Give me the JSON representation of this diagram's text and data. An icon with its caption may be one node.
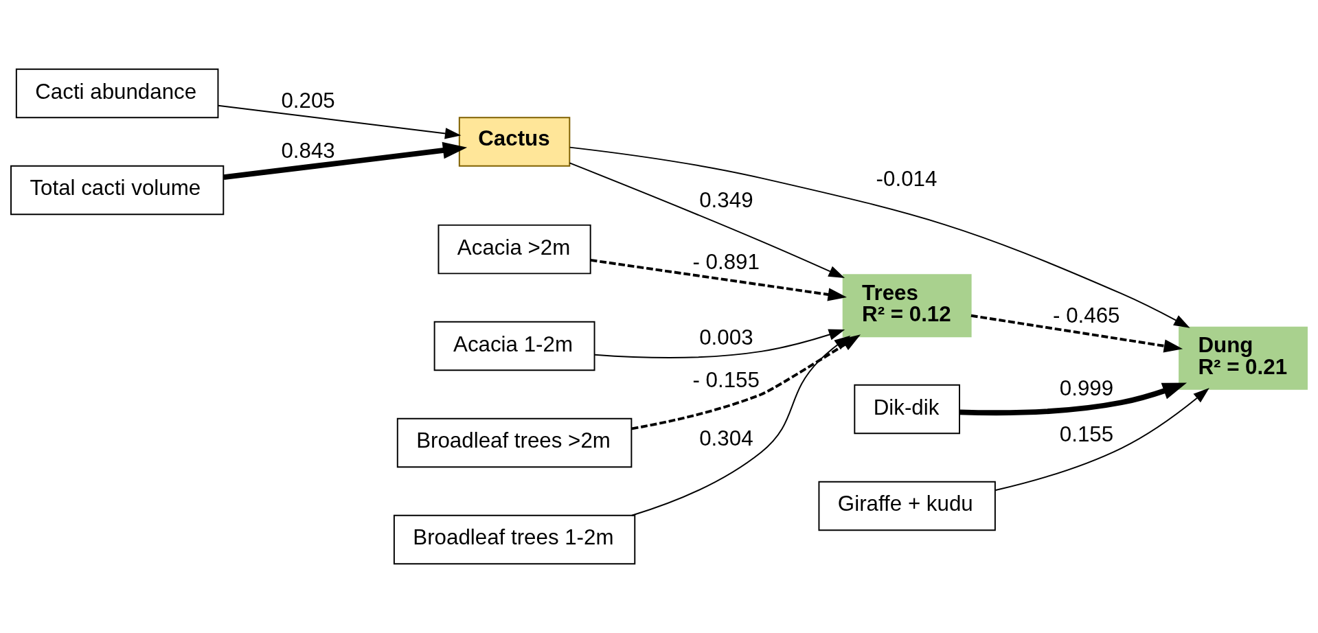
{
  "diagram": {
    "nodes": [
      {
        "text": [
          "Cacti abundance"
        ]
      },
      {
        "text": [
          "Total cacti volume"
        ]
      },
      {
        "text": [
          "Cactus"
        ]
      },
      {
        "text": [
          "Acacia >2m"
        ]
      },
      {
        "text": [
          "Acacia 1-2m"
        ]
      },
      {
        "text": [
          "Broadleaf trees >2m"
        ]
      },
      {
        "text": [
          "Broadleaf trees 1-2m"
        ]
      },
      {
        "text": [
          "Trees",
          "R² = 0.12"
        ]
      },
      {
        "text": [
          "Dik-dik"
        ]
      },
      {
        "text": [
          "Dung",
          "R² = 0.21"
        ]
      },
      {
        "text": [
          "Giraffe + kudu"
        ]
      }
    ],
    "edges": [
      {
        "from": 0,
        "to": 2,
        "arrow": "to",
        "label": "0.205"
      },
      {
        "from": 1,
        "to": 2,
        "arrow": "to",
        "label": "0.843",
        "style": "thick"
      },
      {
        "from": 2,
        "to": 7,
        "arrow": "to",
        "label": "0.349"
      },
      {
        "from": 2,
        "to": 9,
        "arrow": "to",
        "label": "-0.014"
      },
      {
        "from": 3,
        "to": 7,
        "arrow": "to",
        "label": "- 0.891",
        "style": "dashed"
      },
      {
        "from": 4,
        "to": 7,
        "arrow": "to",
        "label": "0.003"
      },
      {
        "from": 5,
        "to": 7,
        "arrow": "to",
        "label": "- 0.155",
        "style": "dashed"
      },
      {
        "from": 6,
        "to": 7,
        "arrow": "to",
        "label": "0.304"
      },
      {
        "from": 7,
        "to": 9,
        "arrow": "to",
        "label": "- 0.465",
        "style": "dashed"
      },
      {
        "from": 8,
        "to": 9,
        "arrow": "to",
        "label": "0.999",
        "style": "thick"
      },
      {
        "from": 10,
        "to": 9,
        "arrow": "to",
        "label": "0.155"
      }
    ]
  }
}
